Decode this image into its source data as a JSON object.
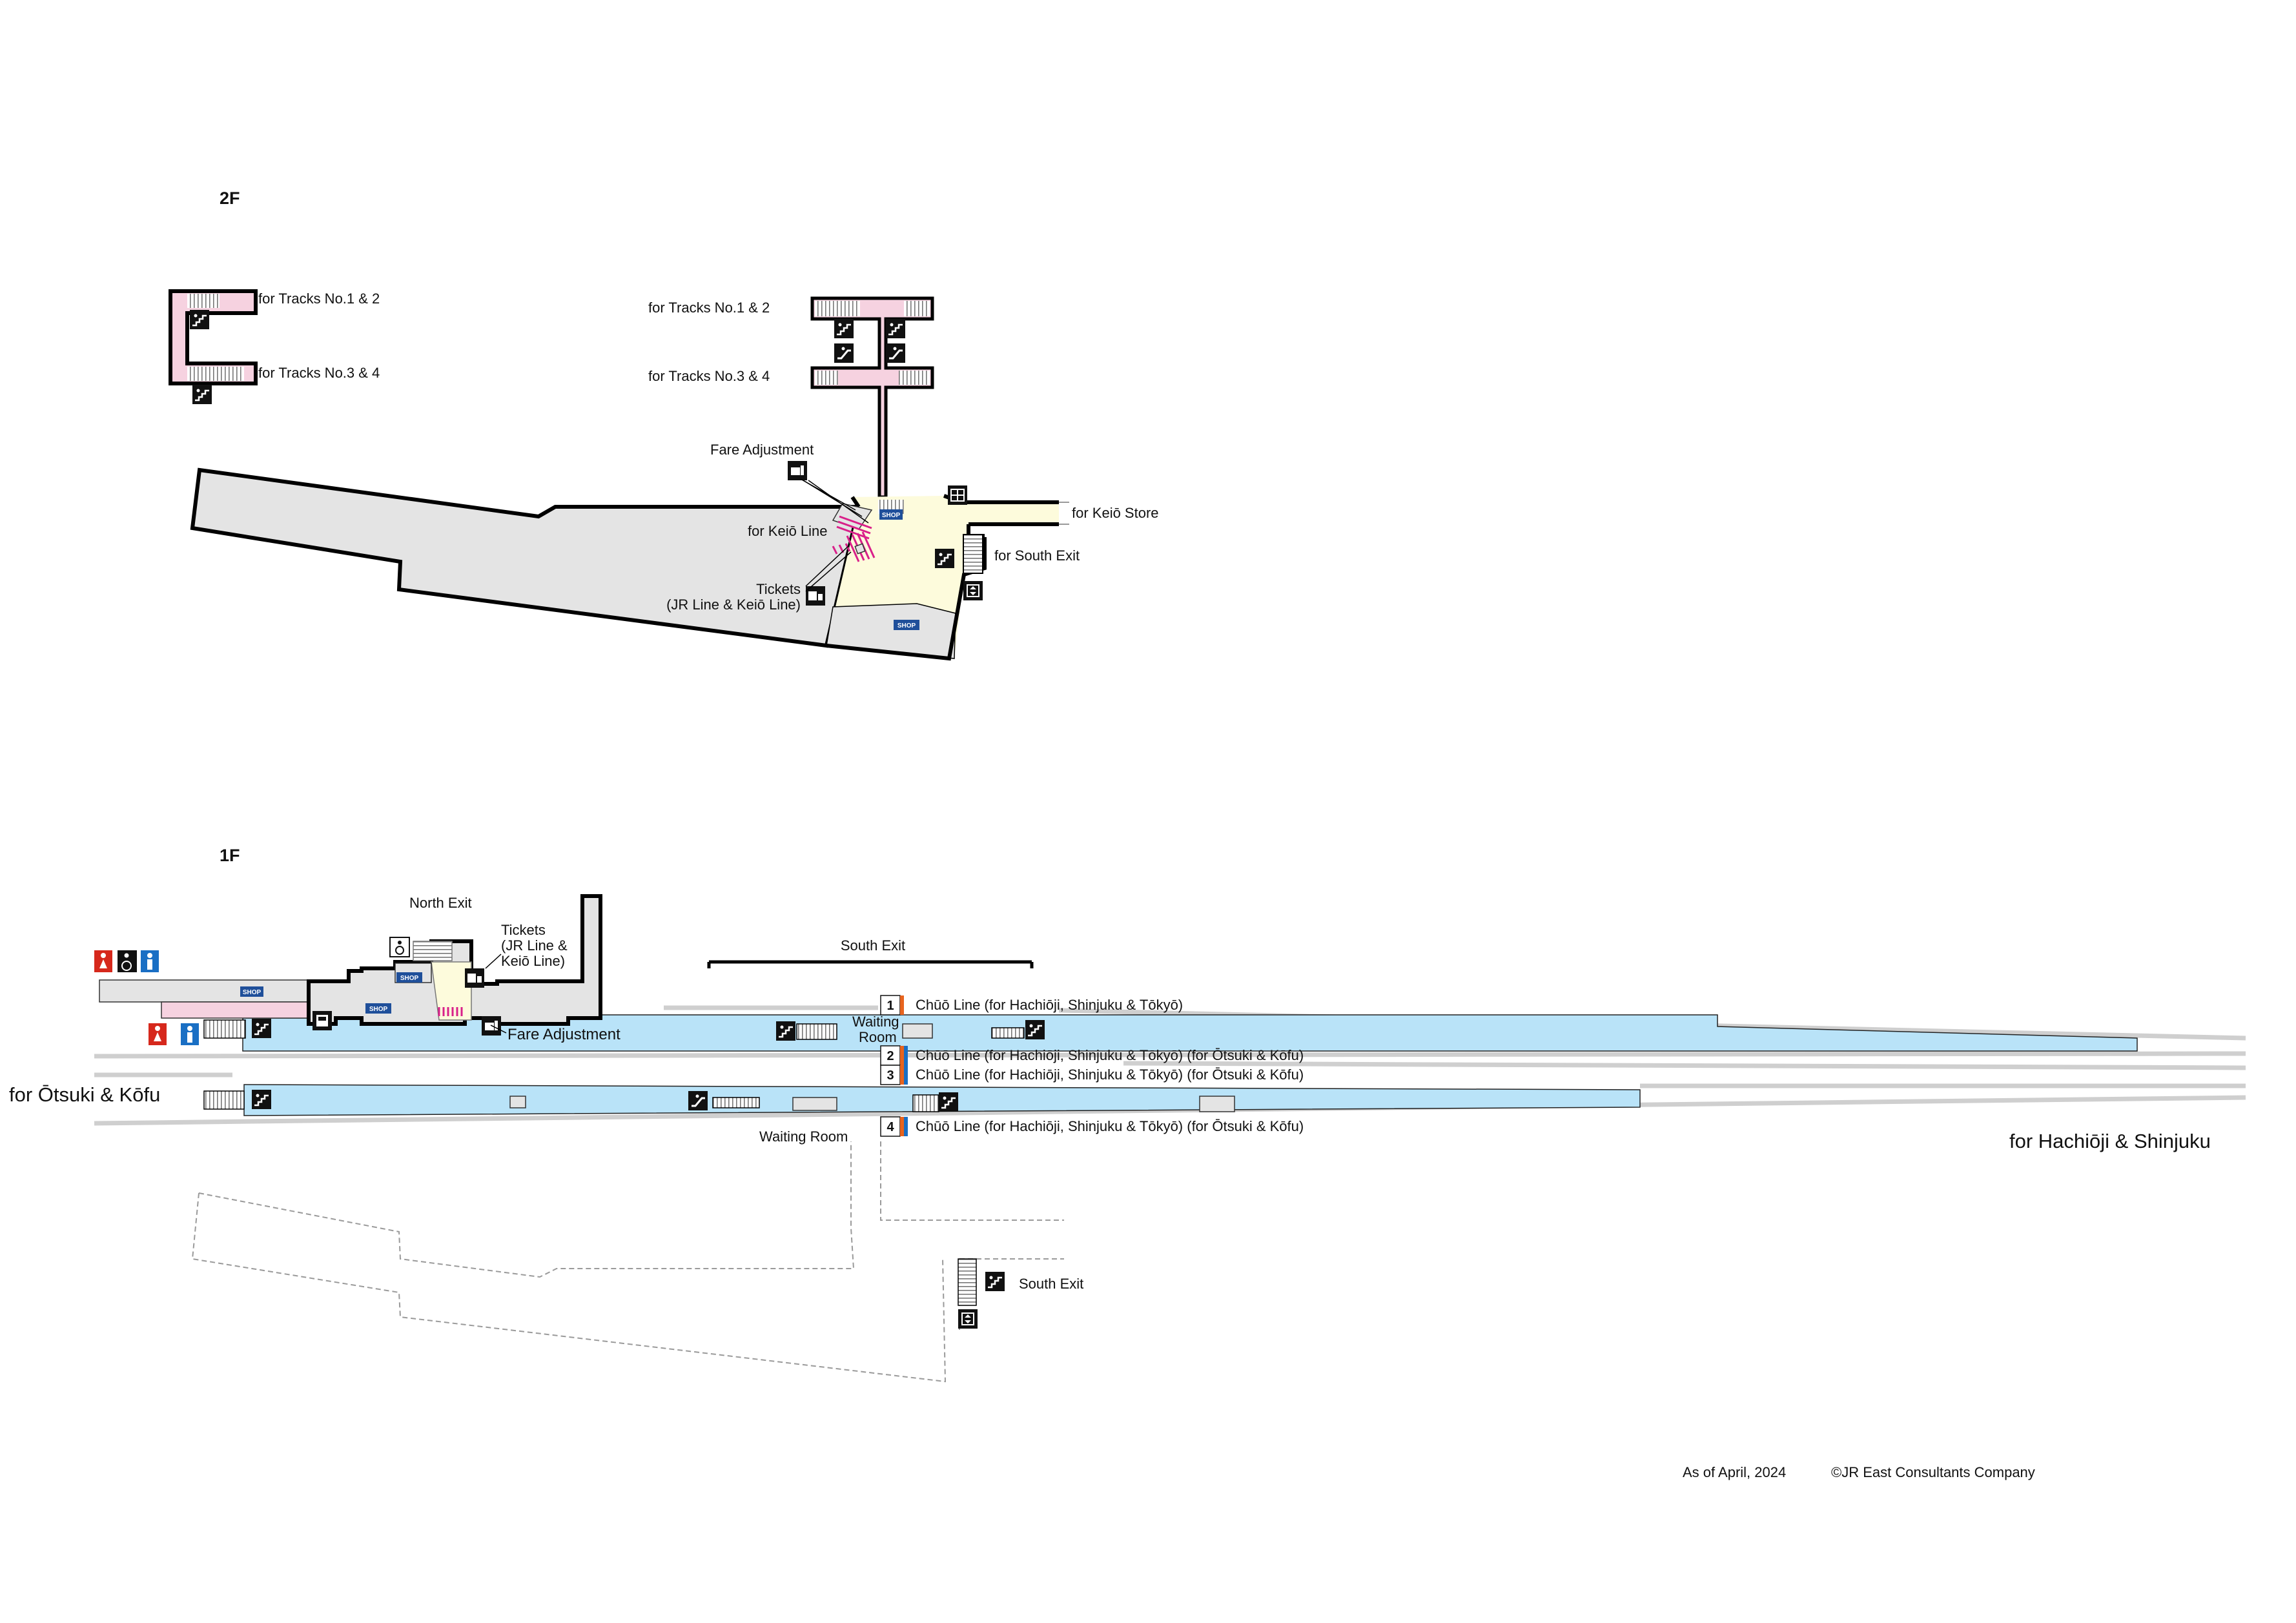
{
  "floors": {
    "f2": "2F",
    "f1": "1F"
  },
  "labels_2f": {
    "left_tracks_12": "for Tracks No.1 & 2",
    "left_tracks_34": "for Tracks No.3 & 4",
    "right_tracks_12": "for Tracks No.1 & 2",
    "right_tracks_34": "for Tracks No.3 & 4",
    "fare_adjustment": "Fare Adjustment",
    "keio_line": "for Keiō Line",
    "keio_store": "for Keiō Store",
    "south_exit": "for South Exit",
    "tickets_l1": "Tickets",
    "tickets_l2": "(JR Line & Keiō Line)"
  },
  "labels_1f": {
    "north_exit": "North Exit",
    "tickets_l1": "Tickets",
    "tickets_l2": "(JR Line &",
    "tickets_l3": "Keiō Line)",
    "fare_adjustment": "Fare Adjustment",
    "south_exit_top": "South Exit",
    "waiting_room_top_l1": "Waiting",
    "waiting_room_top_l2": "Room",
    "waiting_room_bottom": "Waiting Room",
    "for_otsuki": "for Ōtsuki & Kōfu",
    "for_hachioji": "for Hachiōji & Shinjuku",
    "south_exit_bottom": "South Exit"
  },
  "shop_label": "SHOP",
  "tracks": [
    {
      "number": "1",
      "label": "Chūō Line (for Hachiōji, Shinjuku & Tōkyō)",
      "colors": [
        "#e8641e"
      ]
    },
    {
      "number": "2",
      "label": "Chūō Line (for Hachiōji, Shinjuku & Tōkyō) (for Ōtsuki & Kōfu)",
      "colors": [
        "#e8641e",
        "#1a6fc4"
      ]
    },
    {
      "number": "3",
      "label": "Chūō Line (for Hachiōji, Shinjuku & Tōkyō) (for Ōtsuki & Kōfu)",
      "colors": [
        "#e8641e",
        "#1a6fc4"
      ]
    },
    {
      "number": "4",
      "label": "Chūō Line (for Hachiōji, Shinjuku & Tōkyō) (for Ōtsuki & Kōfu)",
      "colors": [
        "#e8641e",
        "#1a6fc4"
      ]
    }
  ],
  "footer": {
    "as_of": "As of April, 2024",
    "copyright": "©JR East Consultants Company"
  },
  "colors": {
    "platform": "#b9e3f8",
    "gate_area": "#fdfbdc",
    "ticket_gate_path": "#f6d2e0",
    "concourse": "#e4e4e4",
    "wall": "#000000",
    "shop_badge": "#1f4f9a",
    "toilet_female": "#d6281c",
    "toilet_male": "#1a6fc4",
    "ticket_gate_marks": "#d9208a"
  },
  "icons": [
    "stairs-icon",
    "elevator-icon",
    "escalator-icon",
    "toilet-female-icon",
    "toilet-male-icon",
    "accessible-icon",
    "fare-adjustment-icon",
    "ticket-machine-icon",
    "coin-locker-icon",
    "atm-icon"
  ]
}
